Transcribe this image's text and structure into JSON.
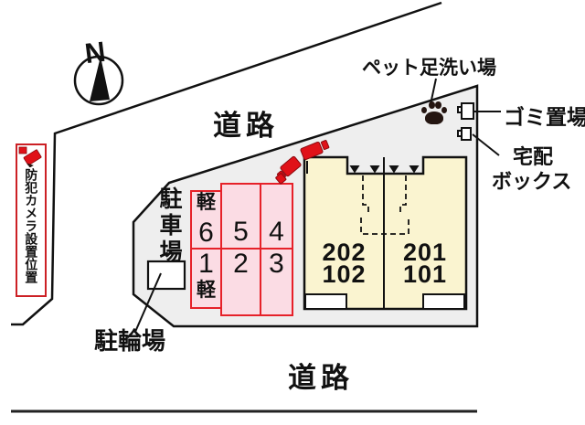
{
  "compass": {
    "north": "N"
  },
  "roads": {
    "top_label": "道路",
    "bottom_label": "道路"
  },
  "legend": {
    "security_camera": "防犯カメラ設置位置"
  },
  "annotations": {
    "pet_wash": "ペット足洗い場",
    "garbage": "ゴミ置場",
    "delivery_line1": "宅配",
    "delivery_line2": "ボックス",
    "parking": "駐車場",
    "bicycle": "駐輪場"
  },
  "parking": {
    "spaces": [
      {
        "number": "6",
        "tag": "軽"
      },
      {
        "number": "5",
        "tag": ""
      },
      {
        "number": "4",
        "tag": ""
      },
      {
        "number": "1",
        "tag": "軽"
      },
      {
        "number": "2",
        "tag": ""
      },
      {
        "number": "3",
        "tag": ""
      }
    ]
  },
  "building": {
    "left_unit": [
      "202",
      "102"
    ],
    "right_unit": [
      "201",
      "101"
    ]
  },
  "colors": {
    "site_fill": "#eeeeee",
    "parking_fill": "#fbdce4",
    "parking_border": "#e62129",
    "building_fill": "#faf4d0",
    "camera_red": "#e01118",
    "legend_border": "#cc2025",
    "paw": "#241511",
    "line": "#111111"
  }
}
